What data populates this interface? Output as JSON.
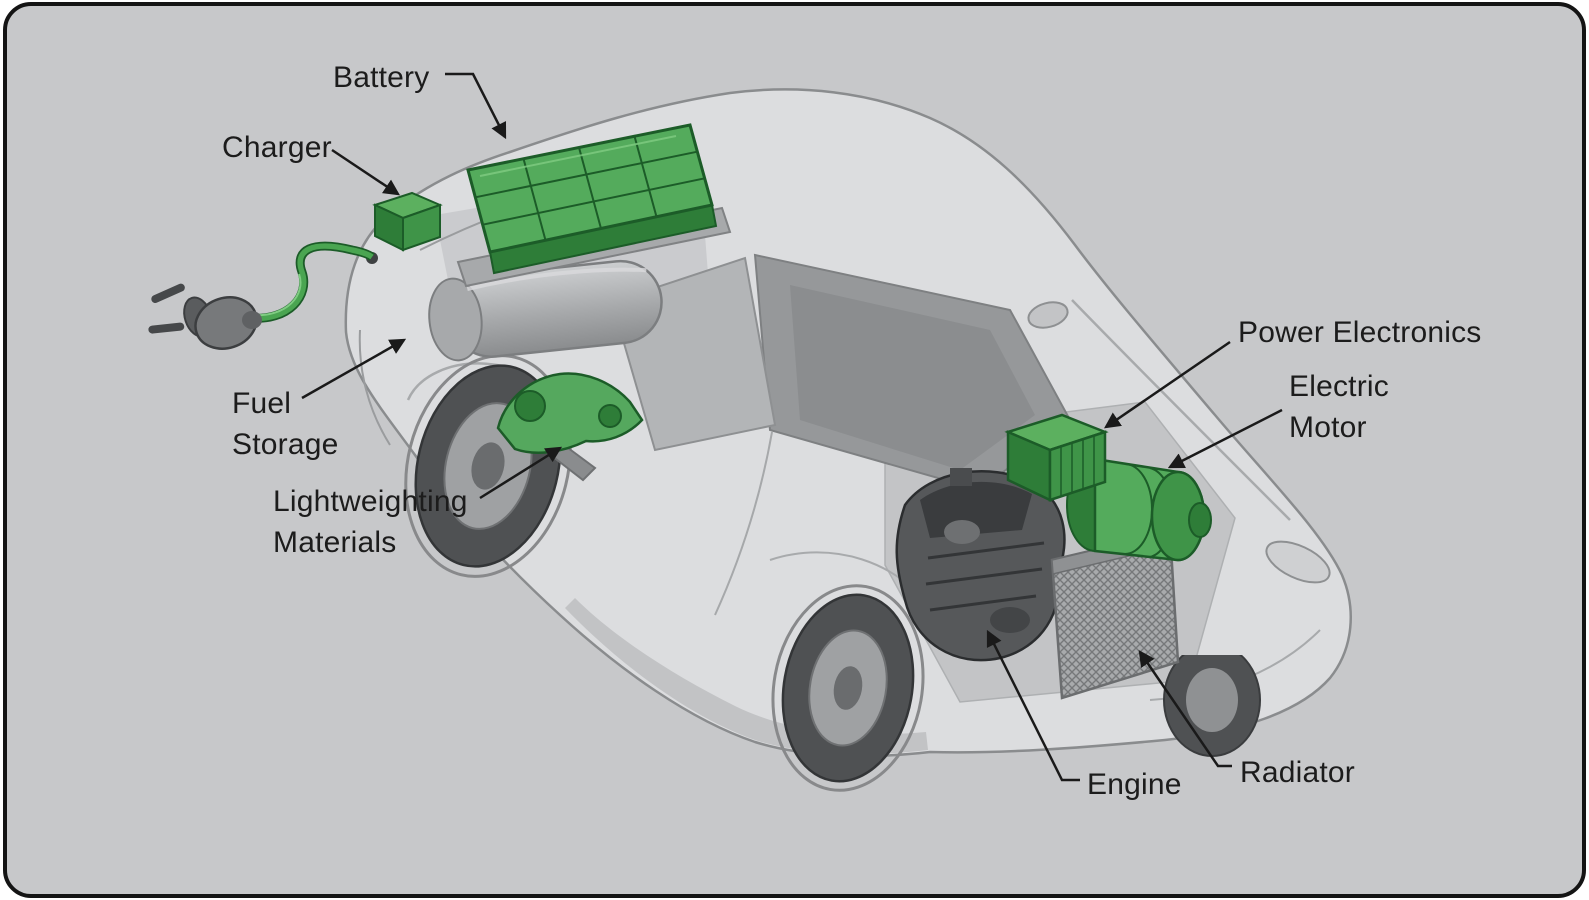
{
  "figure": {
    "labels": {
      "battery": "Battery",
      "charger": "Charger",
      "fuel_storage": "Fuel\nStorage",
      "lightweighting": "Lightweighting\nMaterials",
      "power_electronics": "Power Electronics",
      "electric_motor": "Electric\nMotor",
      "engine": "Engine",
      "radiator": "Radiator"
    },
    "colors": {
      "background_gray": "#c7c8ca",
      "frame_border": "#141414",
      "car_body": "#dcdddf",
      "window_glass": "#96989a",
      "component_green": "#54ab5c",
      "component_green_mid": "#3f9448",
      "component_green_dark": "#2e7d38",
      "component_green_outline": "#1c5c28",
      "engine_dark_gray": "#56585a",
      "annotation_black": "#1a1a1a"
    }
  }
}
